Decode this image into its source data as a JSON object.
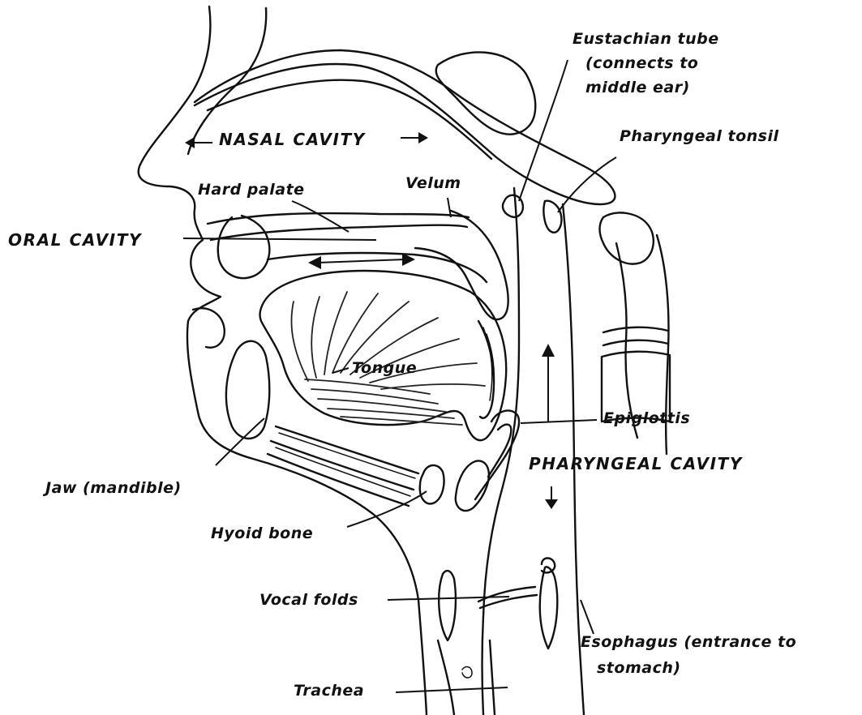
{
  "labels": {
    "nasal_cavity": "NASAL CAVITY",
    "hard_palate": "Hard palate",
    "velum": "Velum",
    "oral_cavity": "ORAL CAVITY",
    "tongue": "Tongue",
    "jaw": "Jaw (mandible)",
    "hyoid_bone": "Hyoid bone",
    "vocal_folds": "Vocal folds",
    "trachea": "Trachea",
    "eustachian_tube_line1": "Eustachian tube",
    "eustachian_tube_line2": "(connects to",
    "eustachian_tube_line3": "middle ear)",
    "pharyngeal_tonsil": "Pharyngeal tonsil",
    "epiglottis": "Epiglottis",
    "pharyngeal_cavity": "PHARYNGEAL CAVITY",
    "esophagus_line1": "Esophagus (entrance to",
    "esophagus_line2": "stomach)"
  }
}
